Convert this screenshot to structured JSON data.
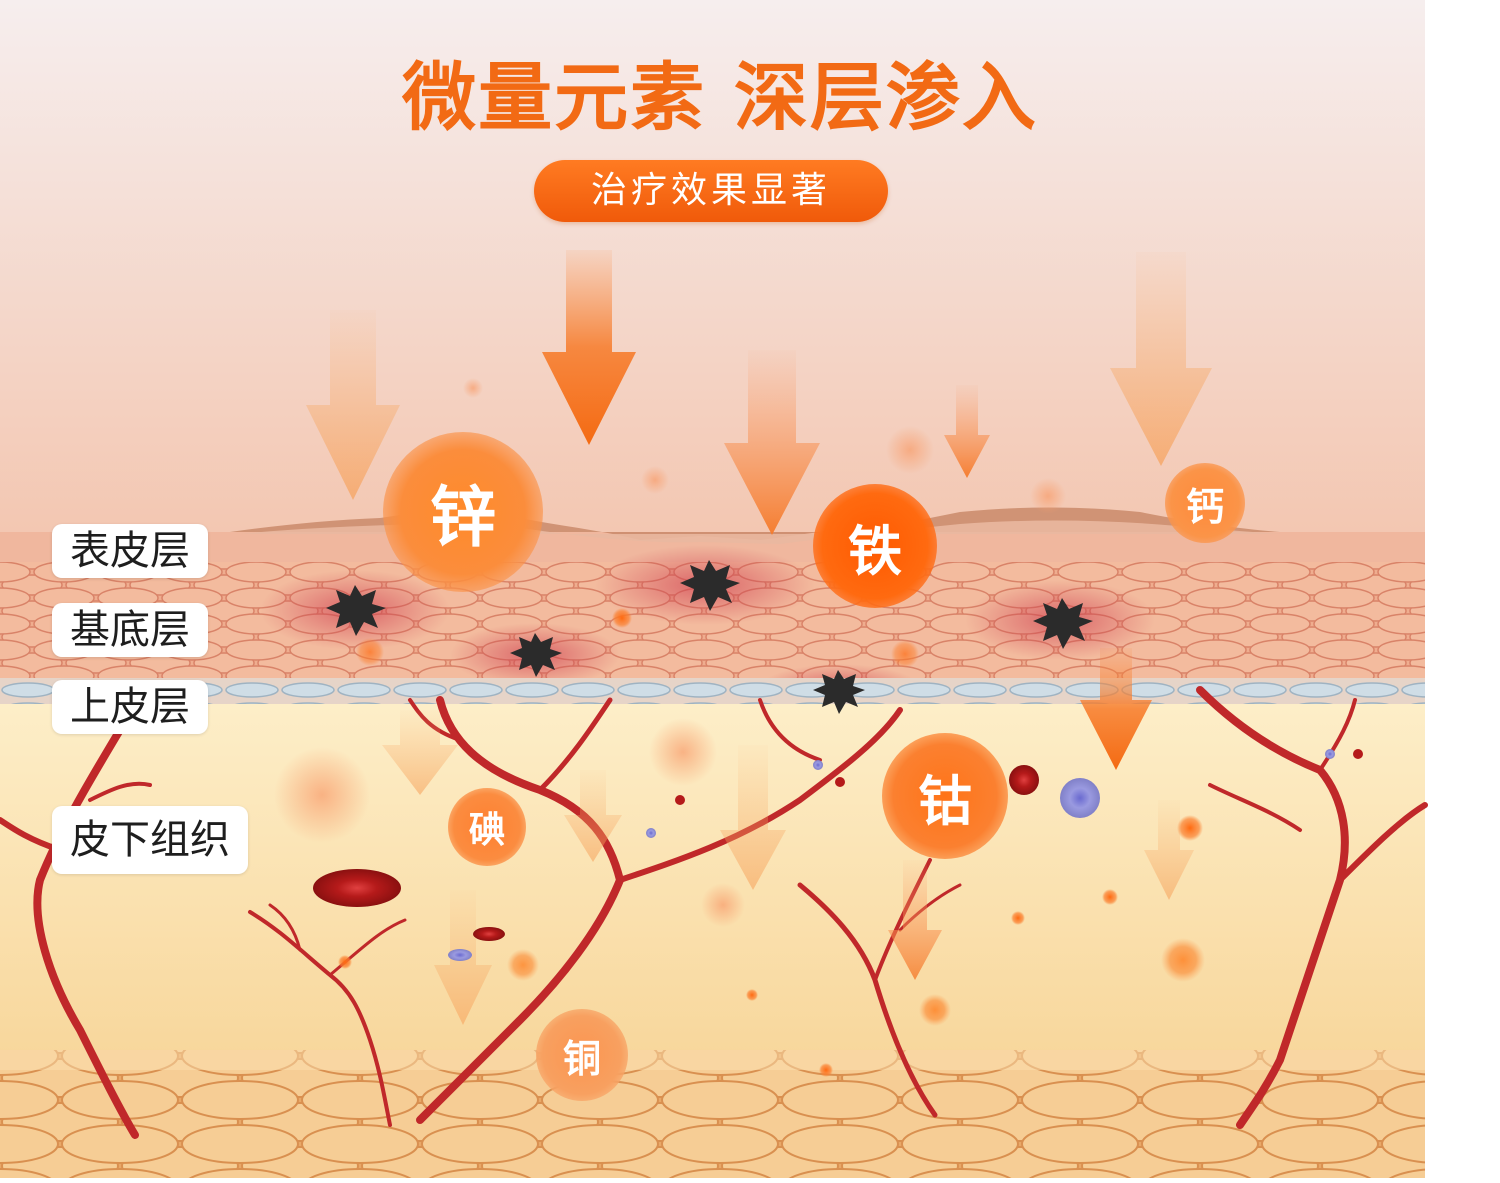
{
  "title": "微量元素 深层渗入",
  "subtitle": "治疗效果显著",
  "layers": {
    "epidermis": "表皮层",
    "basal": "基底层",
    "upper": "上皮层",
    "subcutaneous": "皮下组织"
  },
  "elements": {
    "zinc": "锌",
    "iron": "铁",
    "calcium": "钙",
    "cobalt": "钴",
    "iodine": "碘",
    "copper": "铜"
  },
  "colors": {
    "accent": "#f26a14",
    "skin_top": "#f5c7b0",
    "skin_cells": "#e8967a",
    "subcutaneous": "#fbe3ad",
    "blood_vessel": "#c0282a",
    "fat_cells": "#f0bd80"
  }
}
